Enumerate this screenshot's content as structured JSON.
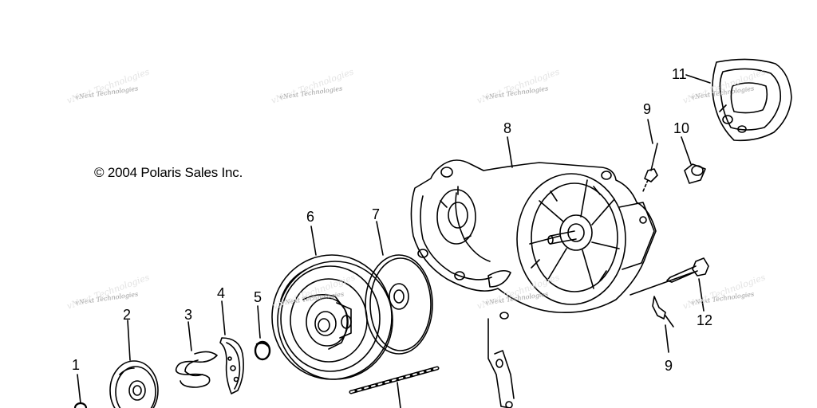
{
  "copyright": "© 2004 Polaris Sales Inc.",
  "watermark_text": "vNext Technologies",
  "callouts": {
    "c1": "1",
    "c2": "2",
    "c3": "3",
    "c4": "4",
    "c5": "5",
    "c6": "6",
    "c7": "7",
    "c8": "8",
    "c9a": "9",
    "c9b": "9",
    "c10": "10",
    "c11": "11",
    "c12": "12"
  }
}
